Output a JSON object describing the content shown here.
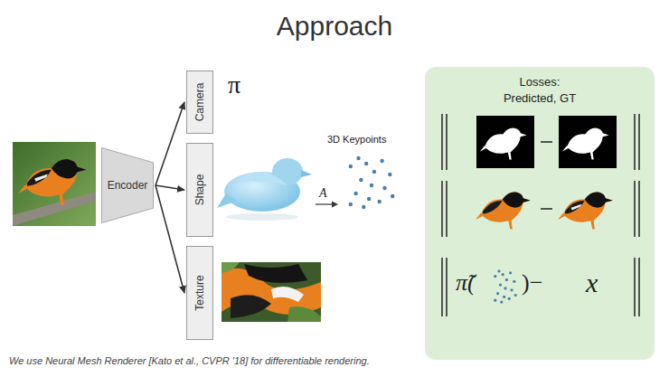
{
  "diagram": {
    "title": "Approach",
    "caption": "We use Neural Mesh Renderer [Kato et al., CVPR '18] for differentiable rendering.",
    "nodes": [
      {
        "text": [
          "Encoder"
        ]
      },
      {
        "text": [
          "Camera"
        ]
      },
      {
        "text": [
          "Shape"
        ]
      },
      {
        "text": [
          "Texture"
        ]
      },
      {
        "text": [
          "Losses:",
          "Predicted, GT"
        ]
      }
    ],
    "edges": [
      {
        "from": 0,
        "to": 1,
        "arrow": "to"
      },
      {
        "from": 0,
        "to": 2,
        "arrow": "to"
      },
      {
        "from": 0,
        "to": 3,
        "arrow": "to"
      }
    ],
    "labels": [
      "π",
      "3D Keypoints",
      "A",
      "π̃(",
      ")−",
      "x"
    ]
  }
}
